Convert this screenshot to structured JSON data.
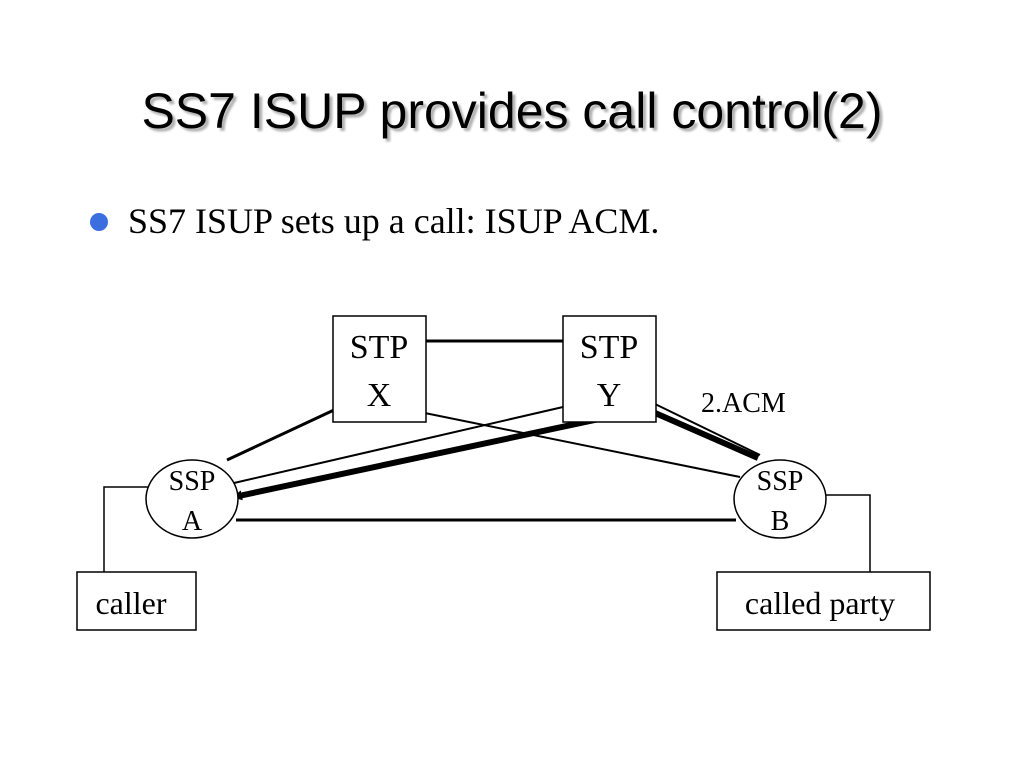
{
  "slide": {
    "title": "SS7 ISUP provides call control(2)",
    "bullet": "SS7 ISUP sets up a call: ISUP ACM."
  },
  "diagram": {
    "stp_x": {
      "line1": "STP",
      "line2": "X"
    },
    "stp_y": {
      "line1": "STP",
      "line2": "Y"
    },
    "ssp_a": {
      "line1": "SSP",
      "line2": "A"
    },
    "ssp_b": {
      "line1": "SSP",
      "line2": "B"
    },
    "caller": "caller",
    "called_party": "called party",
    "message_label": "2.ACM"
  },
  "colors": {
    "bullet": "#3b6fe0",
    "lines": "#000000"
  }
}
